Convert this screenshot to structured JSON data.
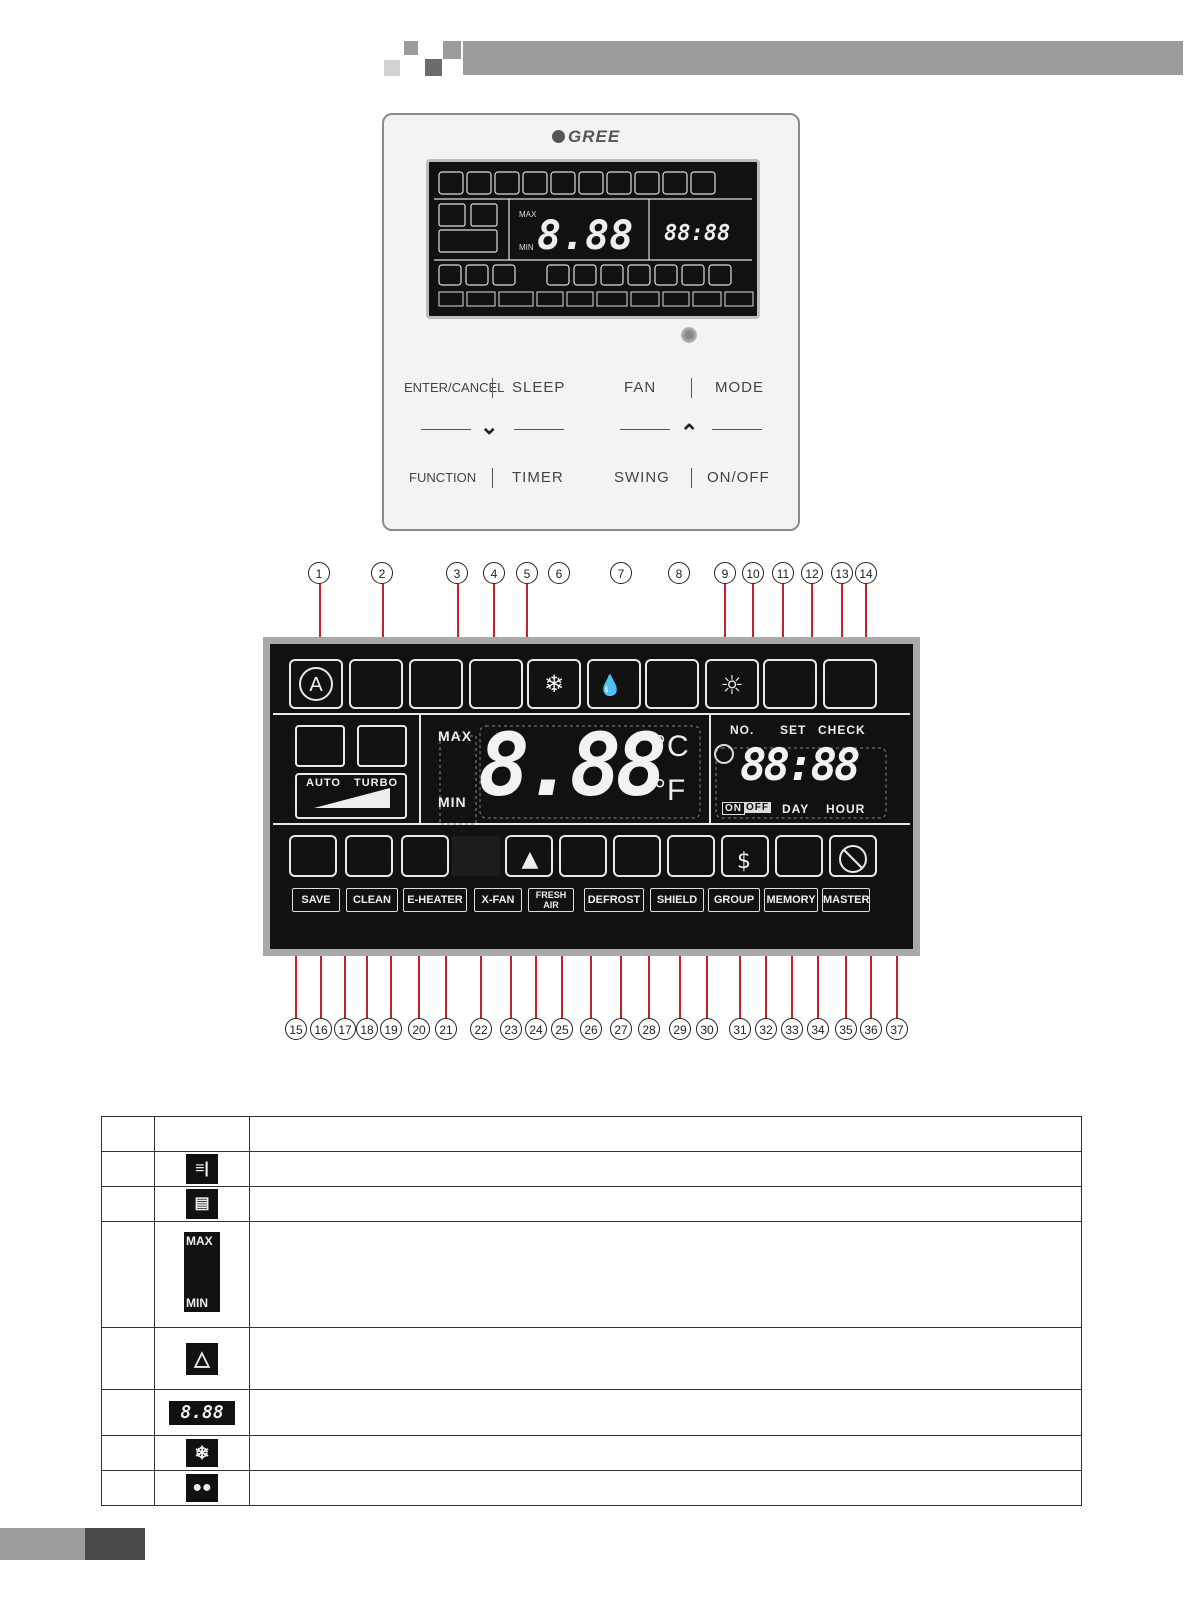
{
  "brand": "GREE",
  "panel_buttons": {
    "enter_cancel": "ENTER/CANCEL",
    "sleep": "SLEEP",
    "fan": "FAN",
    "mode": "MODE",
    "function": "FUNCTION",
    "timer": "TIMER",
    "swing": "SWING",
    "on_off": "ON/OFF"
  },
  "lcd": {
    "max": "MAX",
    "min": "MIN",
    "temp_digits": "8.88",
    "celsius": "°C",
    "fahrenheit": "°F",
    "no": "NO.",
    "set": "SET",
    "check": "CHECK",
    "timer_digits": "88:88",
    "on": "ON",
    "off": "OFF",
    "day": "DAY",
    "hour": "HOUR",
    "auto": "AUTO",
    "turbo": "TURBO",
    "bottom_labels": [
      "SAVE",
      "CLEAN",
      "E-HEATER",
      "X-FAN",
      "FRESH AIR",
      "DEFROST",
      "SHIELD",
      "GROUP",
      "MEMORY",
      "MASTER"
    ]
  },
  "callouts_top": [
    "1",
    "2",
    "3",
    "4",
    "5",
    "6",
    "7",
    "8",
    "9",
    "10",
    "11",
    "12",
    "13",
    "14"
  ],
  "callouts_bottom": [
    "15",
    "16",
    "17",
    "18",
    "19",
    "20",
    "21",
    "22",
    "23",
    "24",
    "25",
    "26",
    "27",
    "28",
    "29",
    "30",
    "31",
    "32",
    "33",
    "34",
    "35",
    "36",
    "37"
  ],
  "table_rows": [
    {
      "icon": "",
      "max": "",
      "min": ""
    },
    {
      "icon": "swing-vertical-icon"
    },
    {
      "icon": "swing-horizontal-icon"
    },
    {
      "icon": "max-min-icon",
      "max": "MAX",
      "min": "MIN"
    },
    {
      "icon": "auto-cycle-icon"
    },
    {
      "icon": "temperature-digits-icon",
      "digits": "8.88"
    },
    {
      "icon": "snowflake-icon"
    },
    {
      "icon": "water-drops-icon"
    }
  ]
}
